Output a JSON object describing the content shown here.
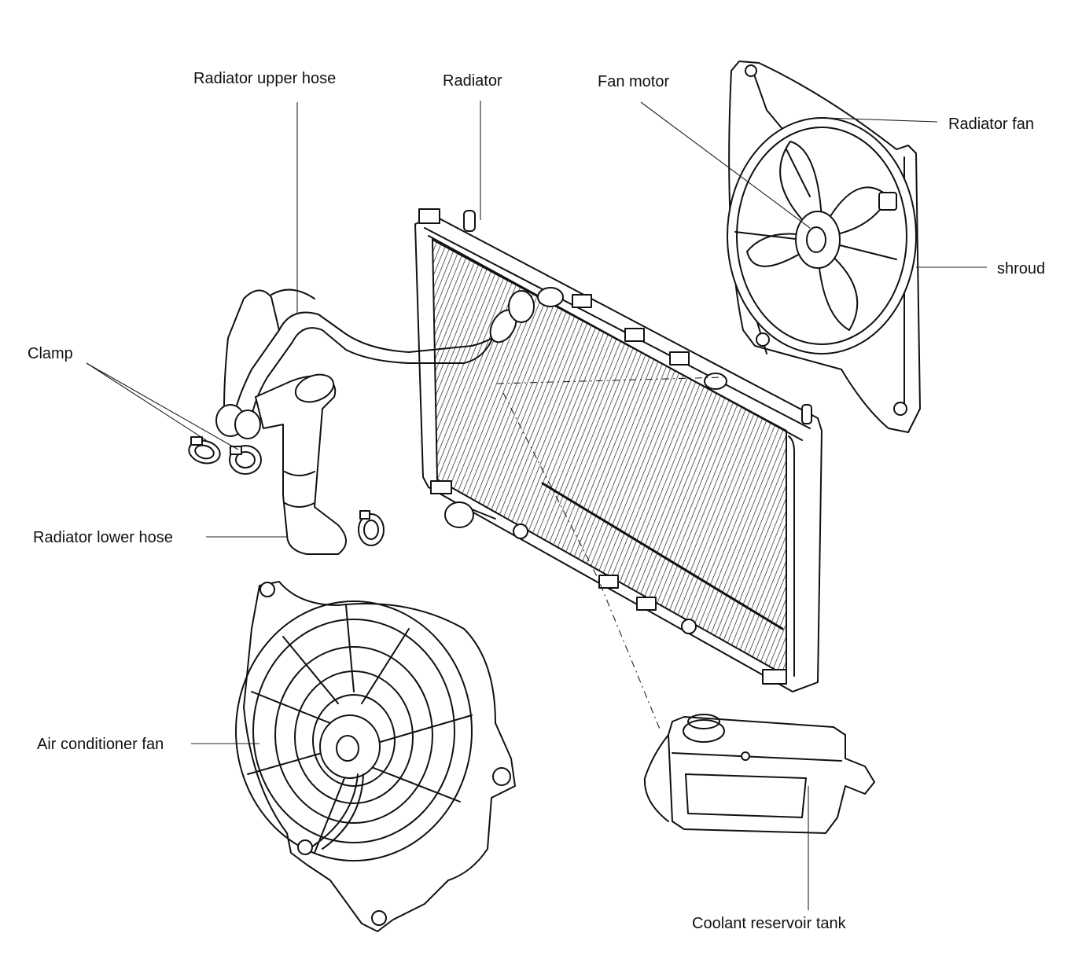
{
  "labels": {
    "radiator_upper_hose": "Radiator upper hose",
    "radiator": "Radiator",
    "fan_motor": "Fan motor",
    "radiator_fan": "Radiator fan",
    "shroud": "shroud",
    "clamp": "Clamp",
    "radiator_lower_hose": "Radiator lower hose",
    "air_conditioner_fan": "Air conditioner fan",
    "coolant_reservoir_tank": "Coolant reservoir tank"
  },
  "colors": {
    "ink": "#111111",
    "background": "#ffffff"
  }
}
